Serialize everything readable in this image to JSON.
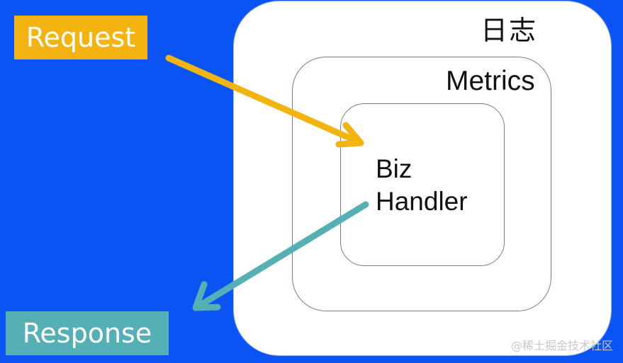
{
  "diagram": {
    "outer_label": "日志",
    "middle_label": "Metrics",
    "inner_label_line1": "Biz",
    "inner_label_line2": "Handler",
    "request_label": "Request",
    "response_label": "Response",
    "watermark": "@稀土掘金技术社区"
  },
  "colors": {
    "background": "#0a54f4",
    "request": "#f3b412",
    "response": "#54b0b4",
    "box_fill": "#ffffff",
    "box_border": "#8b7386"
  }
}
